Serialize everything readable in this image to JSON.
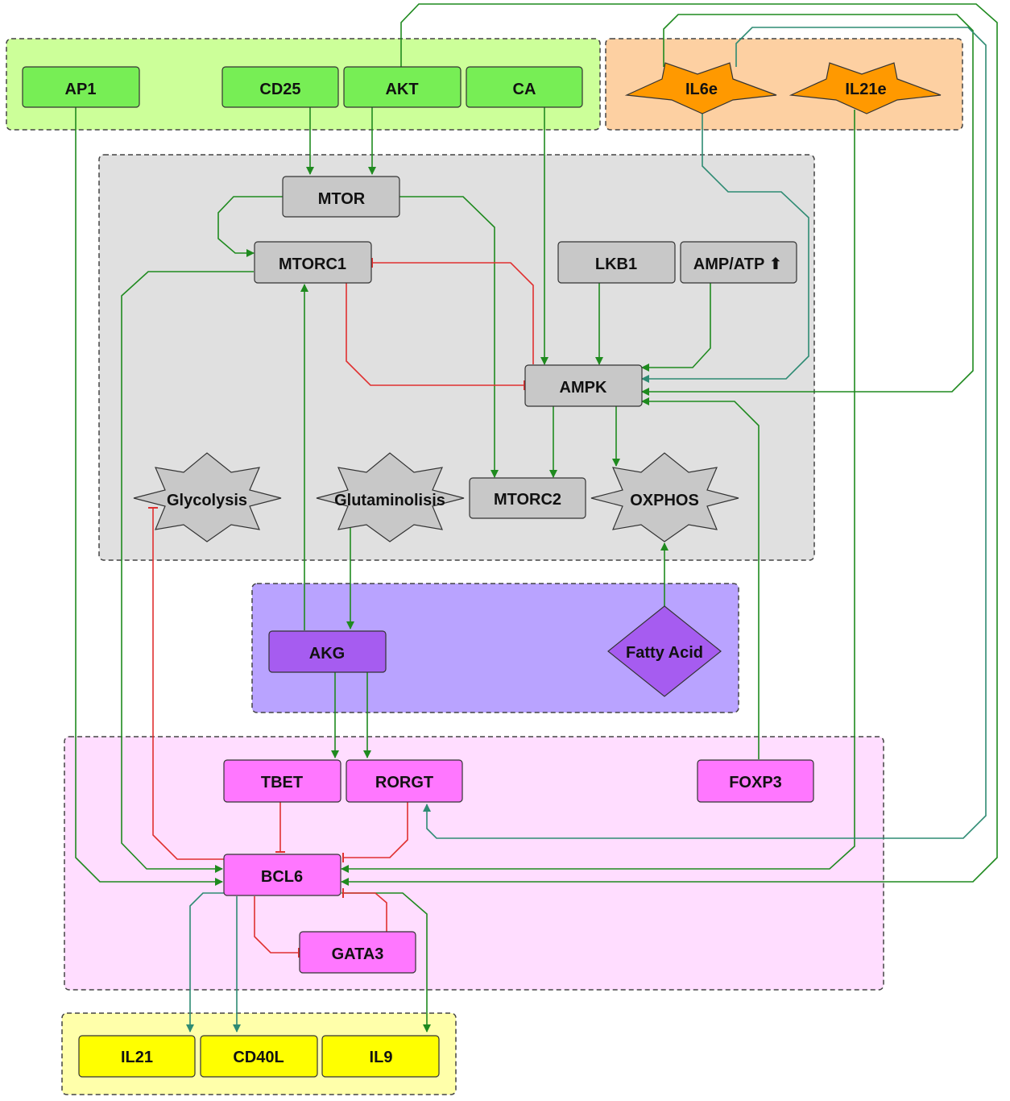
{
  "nodes": {
    "ap1": "AP1",
    "cd25": "CD25",
    "akt": "AKT",
    "ca": "CA",
    "il6e": "IL6e",
    "il21e": "IL21e",
    "mtor": "MTOR",
    "mtorc1": "MTORC1",
    "lkb1": "LKB1",
    "ampatp": "AMP/ATP ⬆",
    "ampk": "AMPK",
    "glycolysis": "Glycolysis",
    "glutaminolisis": "Glutaminolisis",
    "mtorc2": "MTORC2",
    "oxphos": "OXPHOS",
    "akg": "AKG",
    "fatty_acid": "Fatty Acid",
    "tbet": "TBET",
    "rorgt": "RORGT",
    "foxp3": "FOXP3",
    "bcl6": "BCL6",
    "gata3": "GATA3",
    "il21": "IL21",
    "cd40l": "CD40L",
    "il9": "IL9"
  },
  "colors": {
    "activation": "#1f8a1f",
    "activation_teal": "#2e8b73",
    "inhibition": "#e03030",
    "input_group": "#ccff99",
    "input_node": "#77ee55",
    "cytokine_group": "#fdd0a2",
    "cytokine_node": "#ff9900",
    "metabolism_group": "#e0e0e0",
    "metabolism_node": "#c8c8c8",
    "metabolite_group": "#b9a3ff",
    "metabolite_node": "#a65cf0",
    "tf_group": "#ffddff",
    "tf_node": "#ff77ff",
    "output_group": "#ffffaa",
    "output_node": "#ffff00"
  }
}
